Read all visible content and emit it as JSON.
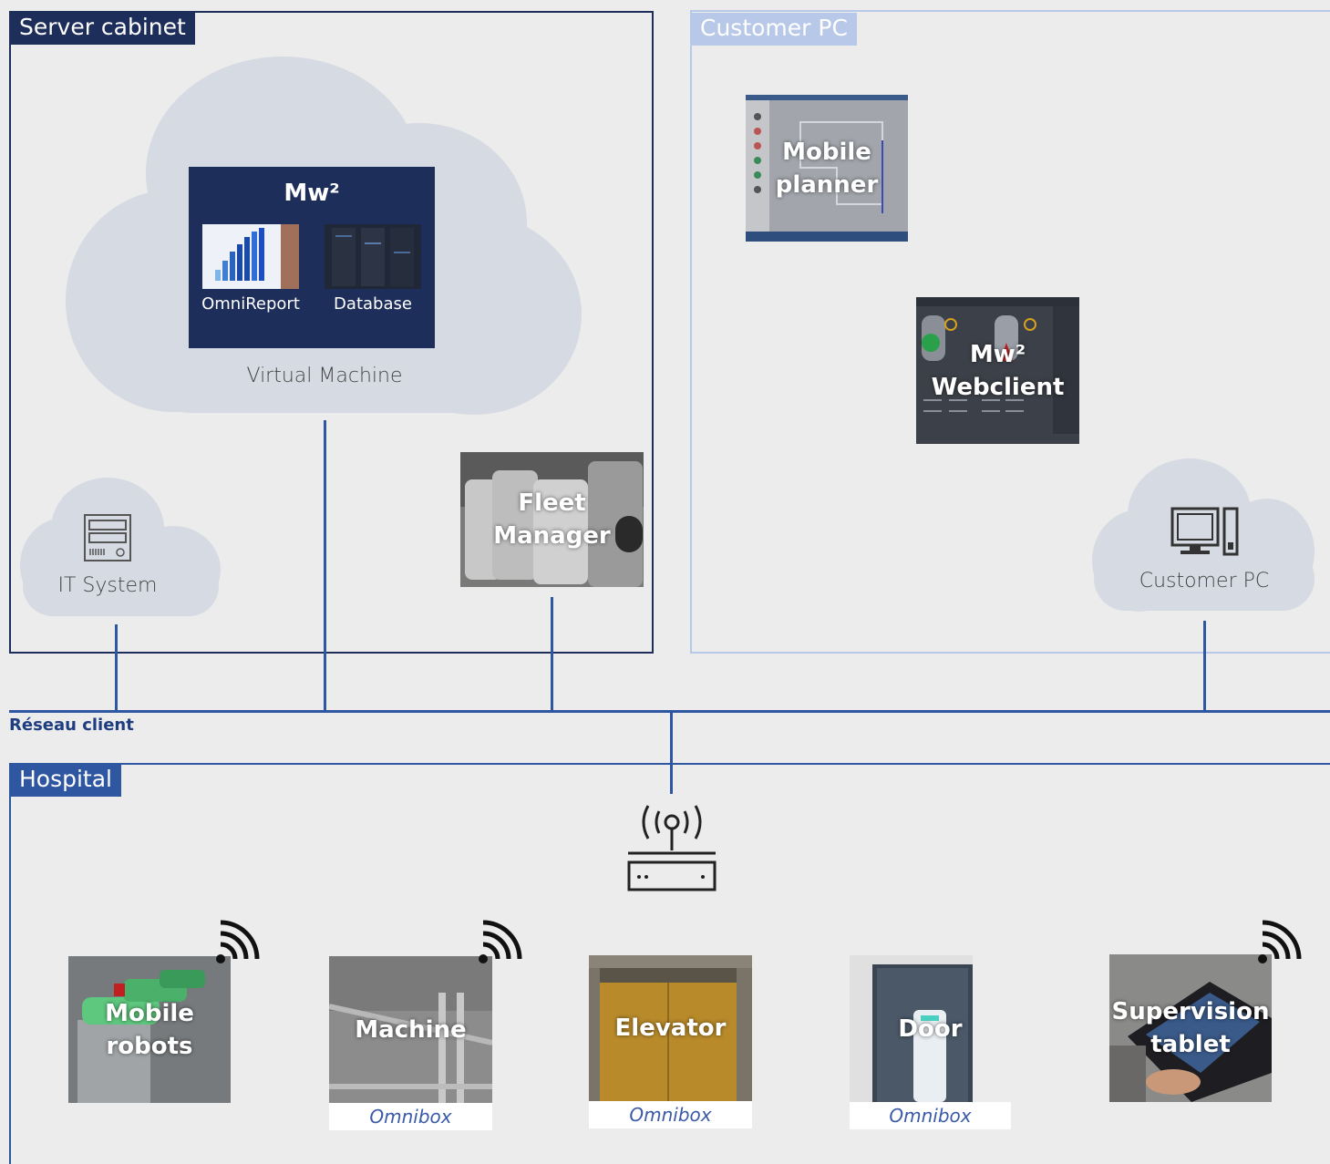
{
  "server_cabinet": {
    "label": "Server cabinet",
    "mw2": {
      "title": "Mw²",
      "apps": [
        "OmniReport",
        "Database"
      ]
    },
    "vm_label": "Virtual Machine",
    "it_system": "IT System",
    "fleet_manager": "Fleet\nManager"
  },
  "customer_pc": {
    "label": "Customer PC",
    "mobile_planner": "Mobile\nplanner",
    "webclient": "Mw²\nWebclient",
    "pc_label": "Customer PC"
  },
  "network": {
    "label": "Réseau client"
  },
  "hospital": {
    "label": "Hospital",
    "devices": [
      {
        "name": "Mobile\nrobots",
        "omnibox": ""
      },
      {
        "name": "Machine",
        "omnibox": "Omnibox"
      },
      {
        "name": "Elevator",
        "omnibox": "Omnibox"
      },
      {
        "name": "Door",
        "omnibox": "Omnibox"
      },
      {
        "name": "Supervision\ntablet",
        "omnibox": ""
      }
    ]
  },
  "colors": {
    "navy": "#1e2e5a",
    "accent": "#2f56a0",
    "light_frame": "#b8c8e8",
    "cloud": "#d6dae2"
  }
}
